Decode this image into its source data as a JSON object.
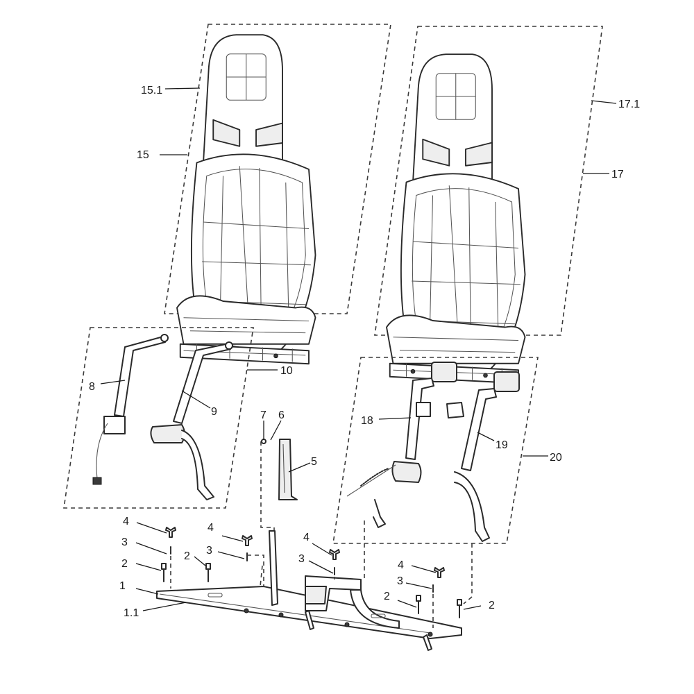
{
  "callouts": {
    "c1": "1",
    "c1_1": "1.1",
    "c2a": "2",
    "c2b": "2",
    "c2c": "2",
    "c2d": "2",
    "c3a": "3",
    "c3b": "3",
    "c3c": "3",
    "c3d": "3",
    "c4a": "4",
    "c4b": "4",
    "c4c": "4",
    "c4d": "4",
    "c5": "5",
    "c6": "6",
    "c7": "7",
    "c8": "8",
    "c9": "9",
    "c10": "10",
    "c15": "15",
    "c15_1": "15.1",
    "c17": "17",
    "c17_1": "17.1",
    "c18": "18",
    "c19": "19",
    "c20": "20"
  }
}
